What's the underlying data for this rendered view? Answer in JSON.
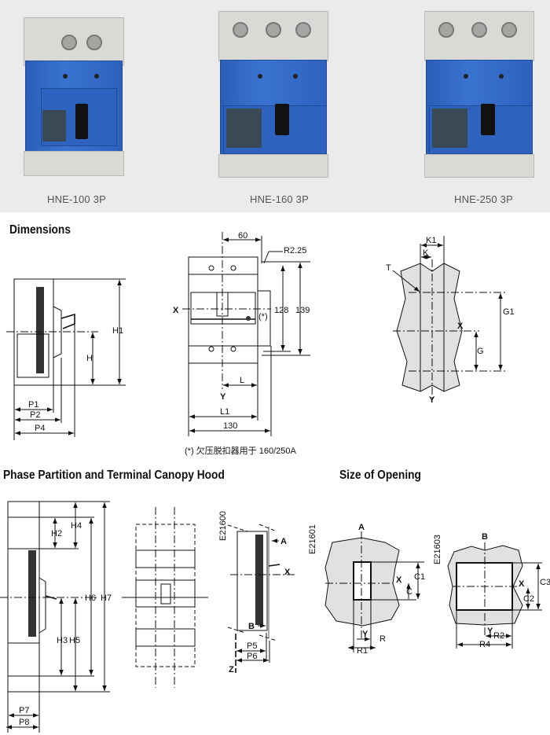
{
  "products": [
    {
      "name": "HNE-100  3P"
    },
    {
      "name": "HNE-160  3P"
    },
    {
      "name": "HNE-250  3P"
    }
  ],
  "sections": {
    "dimensions": "Dimensions",
    "phase_partition": "Phase Partition and Terminal Canopy Hood",
    "size_of_opening": "Size of Opening"
  },
  "dimensions": {
    "side": {
      "H1": "H1",
      "H": "H",
      "P1": "P1",
      "P2": "P2",
      "P4": "P4"
    },
    "front": {
      "d60": "60",
      "r": "R2.25",
      "x": "X",
      "d128": "128",
      "d139": "139",
      "aux": "(*)",
      "y": "Y",
      "L": "L",
      "L1": "L1",
      "d130": "130"
    },
    "footnote": "(*)  欠压脱扣器用于 160/250A",
    "mounting": {
      "K1": "K1",
      "K": "K",
      "T": "T",
      "G1": "G1",
      "G": "G",
      "x": "X",
      "y": "Y"
    }
  },
  "phase_partition": {
    "side": {
      "H4": "H4",
      "H2": "H2",
      "H6": "H6",
      "H7": "H7",
      "H3": "H3",
      "H5": "H5",
      "P7": "P7",
      "P8": "P8"
    },
    "profile": {
      "code": "E21600",
      "A": "A",
      "X": "X",
      "B": "B",
      "P5": "P5",
      "P6": "P6",
      "Z": "Z"
    }
  },
  "opening": {
    "a": {
      "title": "A",
      "code": "E21601",
      "X": "X",
      "C1": "C1",
      "C": "C",
      "Y": "Y",
      "R": "R",
      "R1": "R1"
    },
    "b": {
      "title": "B",
      "code": "E21603",
      "X": "X",
      "C3": "C3",
      "C2": "C2",
      "Y": "Y",
      "R2": "R2",
      "R4": "R4"
    }
  }
}
